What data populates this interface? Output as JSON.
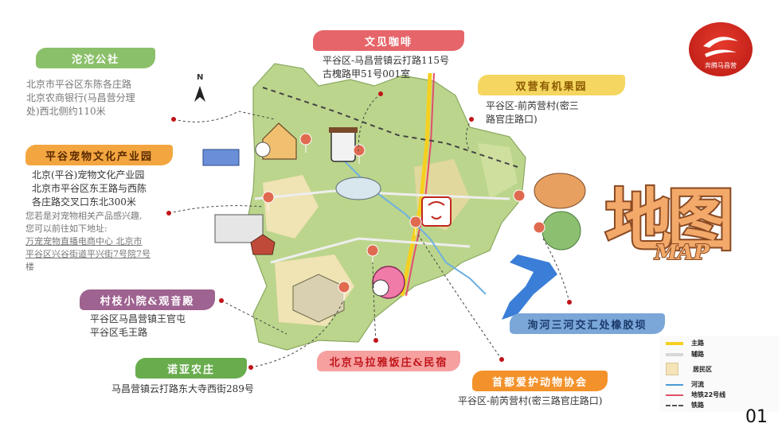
{
  "logo": {
    "text": "奔腾马昌营",
    "color": "#d42b22"
  },
  "title": {
    "main": "地图",
    "sub": "MAP"
  },
  "compass": {
    "label": "N"
  },
  "locations": [
    {
      "id": "tuotuo",
      "name": "沱沱公社",
      "label_color": "#7ab85a",
      "address": [
        "北京市平谷区东陈各庄路",
        "北京农商银行(马昌营分理",
        "处)西北侧约110米"
      ]
    },
    {
      "id": "wenjian",
      "name": "文见咖啡",
      "label_color": "#e0555a",
      "address": [
        "平谷区-马昌营镇云打路115号",
        "古槐路甲51号001室"
      ]
    },
    {
      "id": "shuangying",
      "name": "双营有机果园",
      "label_color": "#f3d35a",
      "address": [
        "平谷区-前芮营村(密三",
        "路官庄路口)"
      ]
    },
    {
      "id": "pet",
      "name": "平谷宠物文化产业园",
      "label_color": "#f0a030",
      "address": [
        "北京(平谷)宠物文化产业园",
        "北京市平谷区东王路与西陈",
        "各庄路交叉口东北300米"
      ],
      "note": [
        "您若是对宠物相关产品感兴趣,",
        "您可以前往如下地址:",
        "万宠宠物直播电商中心 北京市",
        "平谷区兴谷街道平兴街7号院7号",
        "楼"
      ]
    },
    {
      "id": "cunji",
      "name": "村枝小院&观音殿",
      "label_color": "#9a5a8a",
      "address": [
        "平谷区马昌营镇王官屯",
        "平谷区毛王路"
      ]
    },
    {
      "id": "nuoya",
      "name": "诺亚农庄",
      "label_color": "#5aa040",
      "address": [
        "马昌营镇云打路东大寺西街289号"
      ]
    },
    {
      "id": "mala",
      "name": "北京马拉雅饭庄&民宿",
      "label_color": "#f08080",
      "address": []
    },
    {
      "id": "shoudu",
      "name": "首都爱护动物协会",
      "label_color": "#f08a20",
      "address": [
        "平谷区-前芮营村(密三路官庄路口)"
      ]
    },
    {
      "id": "river",
      "name": "洵河三河交汇处橡胶坝",
      "label_color": "#6a9ad0",
      "address": []
    }
  ],
  "legend": [
    {
      "label": "主路",
      "color": "#f5d020"
    },
    {
      "label": "辅路",
      "color": "#d8d8d8"
    },
    {
      "label": "居民区",
      "color": "#f5e4b8"
    },
    {
      "label": "河流",
      "color": "#4a9ad8"
    },
    {
      "label": "地铁22号线",
      "color": "#e0506a"
    },
    {
      "label": "铁路",
      "color": "#555555"
    }
  ],
  "page_number": "01"
}
